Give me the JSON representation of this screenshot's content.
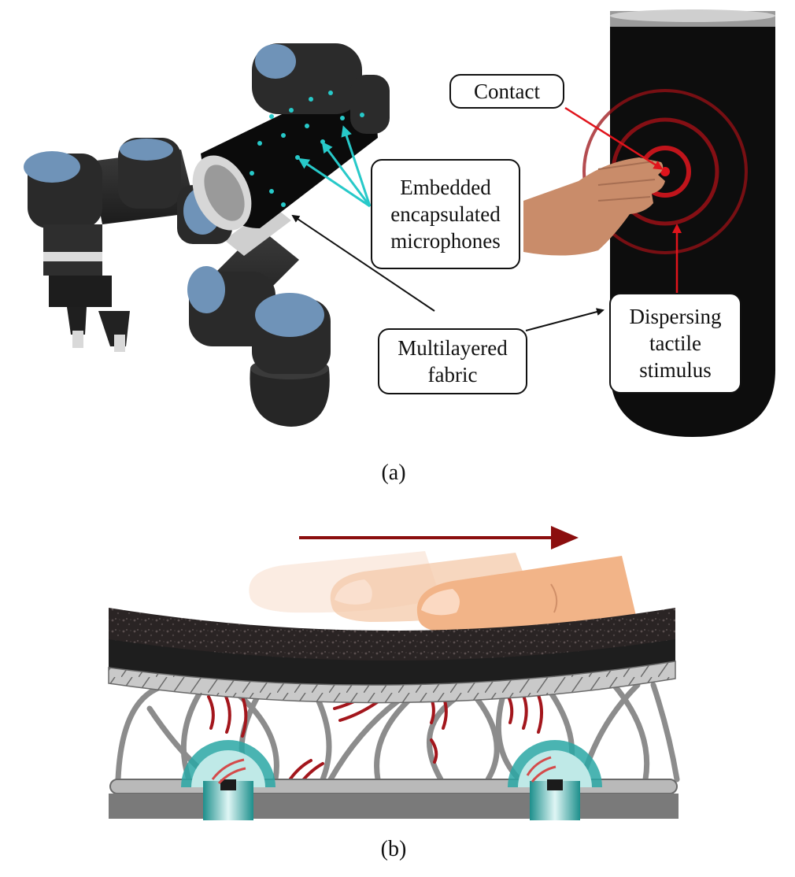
{
  "panel_a": {
    "labels": {
      "contact": "Contact",
      "microphones": [
        "Embedded",
        "encapsulated",
        "microphones"
      ],
      "fabric": [
        "Multilayered",
        "fabric"
      ],
      "stimulus": [
        "Dispersing",
        "tactile",
        "stimulus"
      ]
    },
    "caption": "(a)"
  },
  "panel_b": {
    "caption": "(b)"
  },
  "colors": {
    "robot_joint": "#6f93b8",
    "robot_link": "#2b2b2b",
    "fabric_sleeve": "#0b0b0b",
    "microphone_dot": "#27c9c9",
    "contact_red": "#e0141c",
    "ring_red": "#9b1016",
    "arrow_black": "#111111",
    "motion_arrow": "#8b0e0e",
    "skin": "#f2b488",
    "base_plate": "#7a7a7a",
    "mic_capsule": "#2aa7a4"
  }
}
